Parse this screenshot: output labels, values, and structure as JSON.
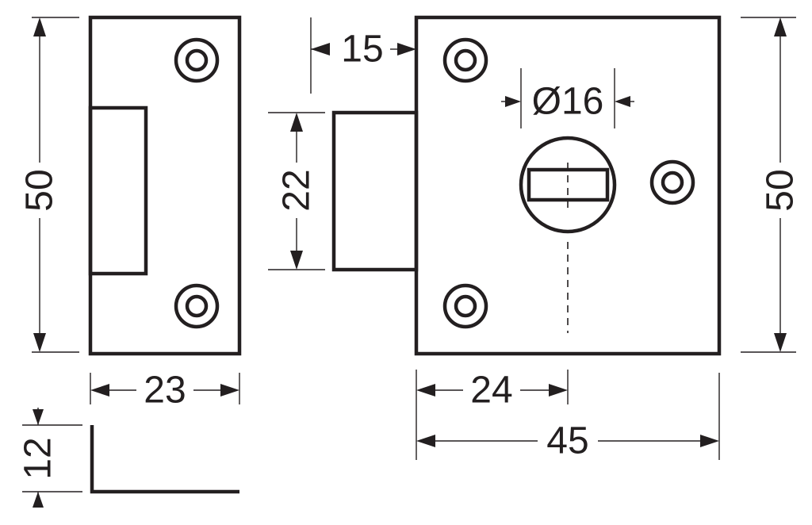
{
  "colors": {
    "stroke": "#231f20",
    "background": "#ffffff"
  },
  "dimensions": {
    "strike_height": "50",
    "strike_width": "23",
    "strike_return": "12",
    "bolt_offset": "15",
    "bolt_height": "22",
    "spindle_diameter": "Ø16",
    "case_height": "50",
    "backset": "24",
    "case_width": "45"
  }
}
